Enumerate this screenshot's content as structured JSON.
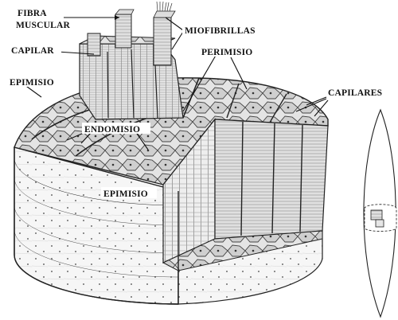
{
  "figure": {
    "labels": {
      "fibra_line1": "FIBRA",
      "fibra_line2": "MUSCULAR",
      "miofibrillas": "MIOFIBRILLAS",
      "capilar": "CAPILAR",
      "perimisio": "PERIMISIO",
      "epimisio_top": "EPIMISIO",
      "capilares": "CAPILARES",
      "endomisio": "ENDOMISIO",
      "epimisio_side": "EPIMISIO"
    }
  }
}
